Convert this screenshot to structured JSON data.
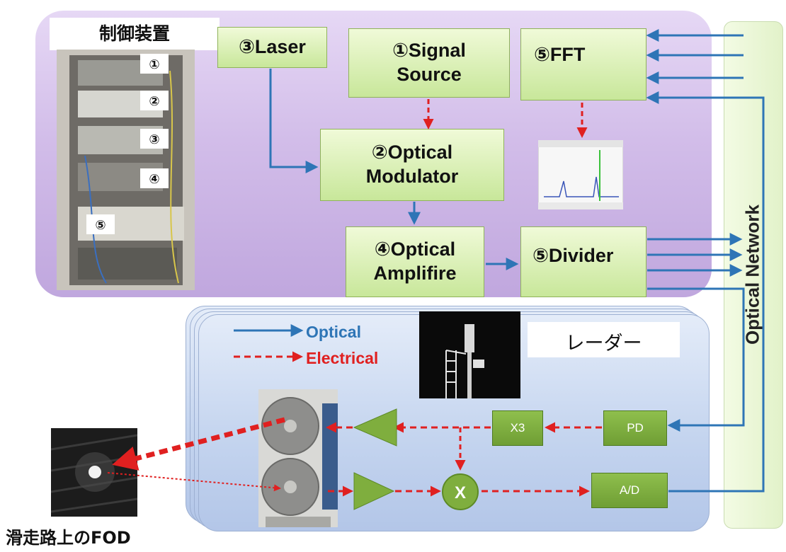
{
  "control": {
    "title": "制御装置"
  },
  "rack_markers": [
    "①",
    "②",
    "③",
    "④",
    "⑤"
  ],
  "blocks": {
    "laser": "③Laser",
    "signal_source": "①Signal\nSource",
    "fft": "⑤FFT",
    "modulator": "②Optical\nModulator",
    "amplifier": "④Optical\nAmplifire",
    "divider": "⑤Divider"
  },
  "network": {
    "label": "Optical Network"
  },
  "radar": {
    "label": "レーダー",
    "legend": {
      "optical": "Optical",
      "electrical": "Electrical"
    },
    "x3": "X3",
    "pd": "PD",
    "ad": "A/D",
    "mixer": "X"
  },
  "fod": {
    "caption": "滑走路上のFOD"
  },
  "colors": {
    "optical": "#2e75b6",
    "electrical": "#e02020",
    "control_bg": "#d2bde9",
    "radar_bg": "#c5d5ef",
    "block": "#c8e79a"
  }
}
